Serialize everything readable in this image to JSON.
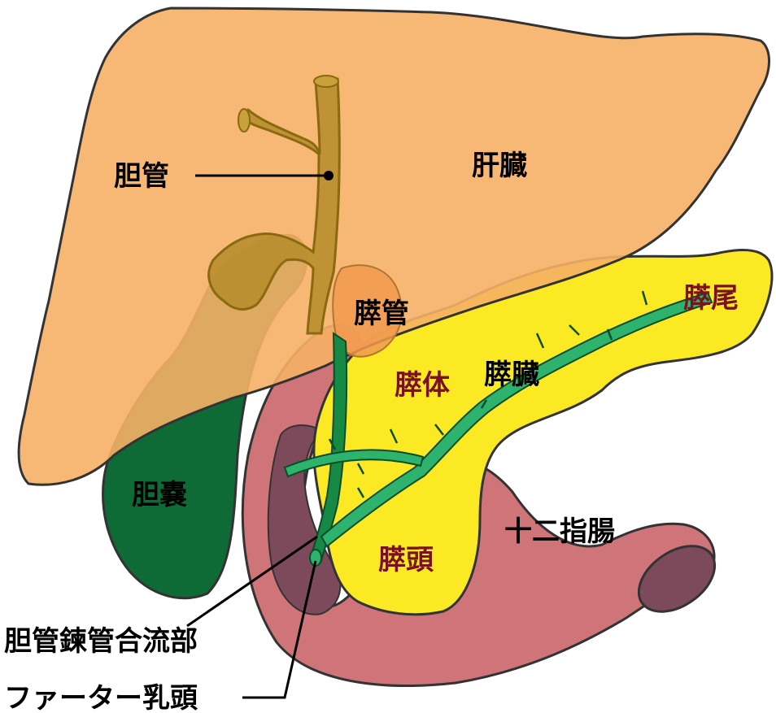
{
  "labels": {
    "liver": "肝臓",
    "bile_duct": "胆管",
    "pancreatic_duct": "膵管",
    "pancreas": "膵臓",
    "pancreas_tail": "膵尾",
    "pancreas_body": "膵体",
    "pancreas_head": "膵頭",
    "gallbladder": "胆嚢",
    "duodenum": "十二指腸",
    "pancreaticobiliary_junction": "胆管鍊管合流部",
    "vater_papilla": "ファーター乳頭"
  },
  "colors": {
    "liver": "#f5b065",
    "bile_duct": "#b58c2a",
    "gallbladder": "#0e6b36",
    "pancreas": "#fbe924",
    "pancreatic_duct": "#2db36e",
    "duodenum": "#cf757a",
    "duodenum_inner": "#7d4a5c",
    "outline": "#333333",
    "label_dark": "#000000",
    "label_red": "#7a1020"
  }
}
